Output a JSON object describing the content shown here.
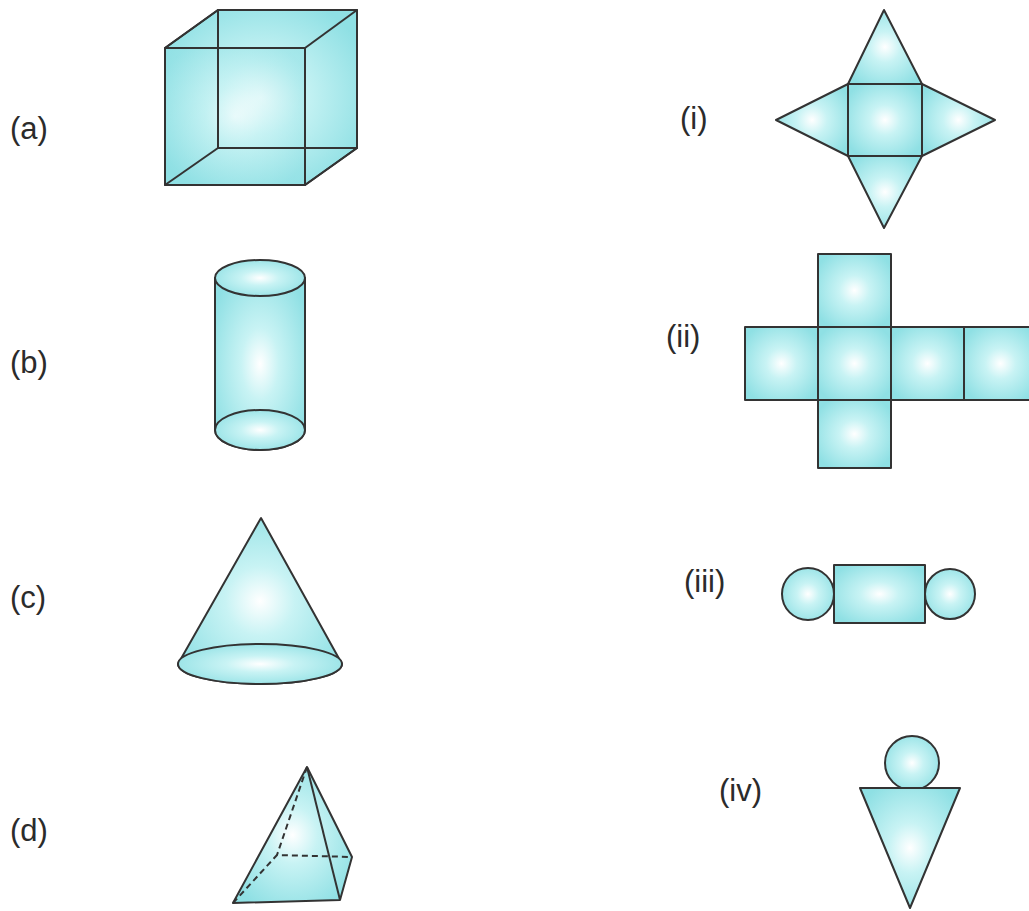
{
  "diagram": {
    "labels": [
      "(a)",
      "(b)",
      "(c)",
      "(d)",
      "(i)",
      "(ii)",
      "(iii)",
      "(iv)"
    ]
  }
}
